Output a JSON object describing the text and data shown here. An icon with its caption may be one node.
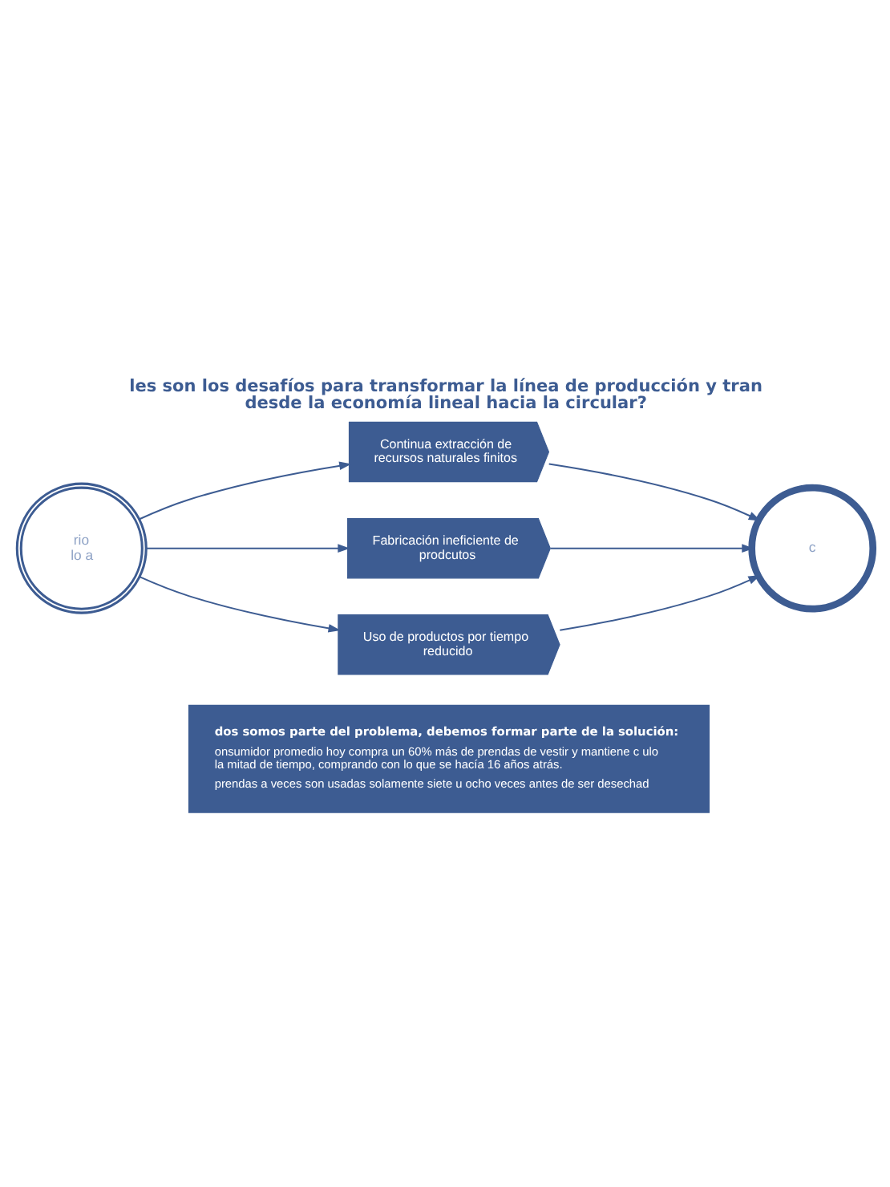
{
  "diagram": {
    "title": "les son los desafíos para transformar la línea de producción y tran desde la economía lineal hacia la circular?",
    "nodes": [
      {
        "text": [
          "rio lo a"
        ]
      },
      {
        "text": [
          "Continua extracción de recursos naturales finitos"
        ]
      },
      {
        "text": [
          "Fabricación ineficiente de prodcutos"
        ]
      },
      {
        "text": [
          "Uso de productos por tiempo reducido"
        ]
      },
      {
        "text": [
          "c"
        ]
      },
      {
        "text": [
          "dos somos parte del problema, debemos formar parte de la solución:",
          "onsumidor promedio hoy compra un 60% más de prendas de vestir y mantiene c ulo la mitad de tiempo, comprando con lo que se hacía 16 años atrás.",
          "prendas a veces son usadas solamente siete u ocho veces antes de ser desechad"
        ]
      }
    ],
    "edges": [
      {
        "from": 0,
        "to": 1,
        "arrow": "to"
      },
      {
        "from": 0,
        "to": 2,
        "arrow": "to"
      },
      {
        "from": 0,
        "to": 3,
        "arrow": "to"
      },
      {
        "from": 1,
        "to": 4,
        "arrow": "to"
      },
      {
        "from": 2,
        "to": 4,
        "arrow": "to"
      },
      {
        "from": 3,
        "to": 4,
        "arrow": "to"
      }
    ]
  }
}
